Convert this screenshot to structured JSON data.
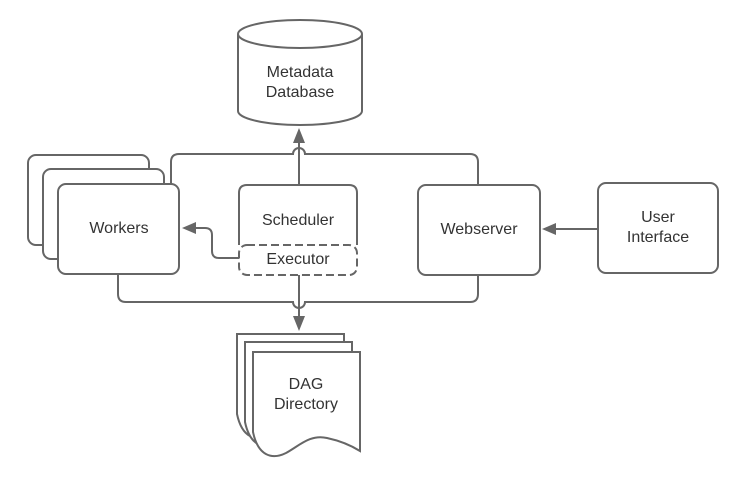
{
  "diagram": {
    "title": "Airflow architecture diagram",
    "nodes": {
      "metadata_database": {
        "label": "Metadata\nDatabase",
        "shape": "cylinder"
      },
      "workers": {
        "label": "Workers",
        "shape": "stacked-rectangles",
        "stack_count": 3
      },
      "scheduler": {
        "label": "Scheduler",
        "shape": "rectangle"
      },
      "executor": {
        "label": "Executor",
        "shape": "dashed-rectangle-inside-scheduler"
      },
      "webserver": {
        "label": "Webserver",
        "shape": "rectangle"
      },
      "user_interface": {
        "label": "User\nInterface",
        "shape": "rectangle"
      },
      "dag_directory": {
        "label": "DAG\nDirectory",
        "shape": "stacked-documents",
        "stack_count": 3
      }
    },
    "edges": [
      {
        "from": "workers, scheduler, webserver (shared trunk)",
        "to": "metadata_database",
        "arrow_at": "metadata_database"
      },
      {
        "from": "executor",
        "to": "workers",
        "arrow_at": "workers"
      },
      {
        "from": "user_interface",
        "to": "webserver",
        "arrow_at": "webserver"
      },
      {
        "from": "workers, executor, webserver (shared trunk)",
        "to": "dag_directory",
        "arrow_at": "dag_directory"
      }
    ],
    "colors": {
      "stroke": "#666666",
      "text": "#333333",
      "node_fill": "#ffffff",
      "background": "#ffffff"
    }
  }
}
